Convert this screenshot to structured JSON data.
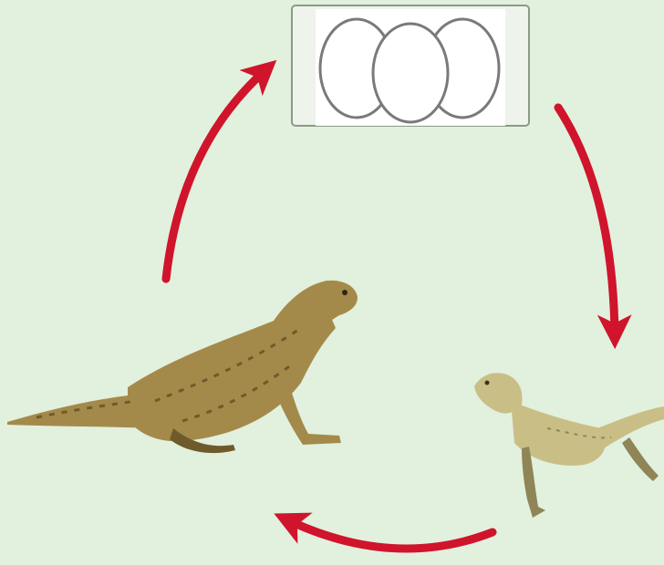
{
  "diagram": {
    "type": "life-cycle",
    "stages": [
      {
        "id": "eggs",
        "icon": "eggs-icon",
        "count": 3
      },
      {
        "id": "juvenile",
        "icon": "juvenile-lizard-icon"
      },
      {
        "id": "adult",
        "icon": "adult-lizard-icon"
      }
    ],
    "arrows": [
      {
        "from": "adult",
        "to": "eggs"
      },
      {
        "from": "eggs",
        "to": "juvenile"
      },
      {
        "from": "juvenile",
        "to": "adult"
      }
    ]
  },
  "colors": {
    "background": "#e2f0de",
    "arrow": "#d0142c",
    "egg_fill": "#ffffff",
    "egg_stroke": "#7a7a7a",
    "box_border": "#8a9a86",
    "adult_body": "#a48a4a",
    "adult_shade": "#6f5a2c",
    "juvenile_body": "#c9bf86",
    "juvenile_shade": "#8f8556"
  }
}
